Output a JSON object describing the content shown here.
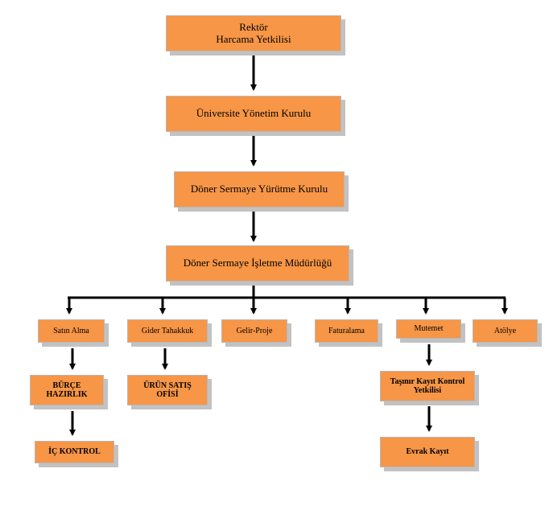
{
  "nodes": {
    "rektor": "Rektör\nHarcama Yetkilisi",
    "yonetim": "Üniversite Yönetim Kurulu",
    "yurutme": "Döner Sermaye Yürütme Kurulu",
    "isletme": "Döner Sermaye İşletme Müdürlüğü",
    "satin_alma": "Satın Alma",
    "gider": "Gider Tahakkuk",
    "gelir": "Gelir-Proje",
    "faturalama": "Faturalama",
    "mutemet": "Mutemet",
    "atolye": "Atölye",
    "burce": "BÜRÇE\nHAZIRLIK",
    "urun": "ÜRÜN SATIŞ\nOFİSİ",
    "tasinir": "Taşınır Kayıt Kontrol\nYetkilisi",
    "ic_kontrol": "İÇ KONTROL",
    "evrak": "Evrak Kayıt"
  },
  "colors": {
    "box_fill": "#f79646",
    "box_border": "#b8b8b8",
    "shadow": "#c2c2c2",
    "connector": "#000000"
  }
}
